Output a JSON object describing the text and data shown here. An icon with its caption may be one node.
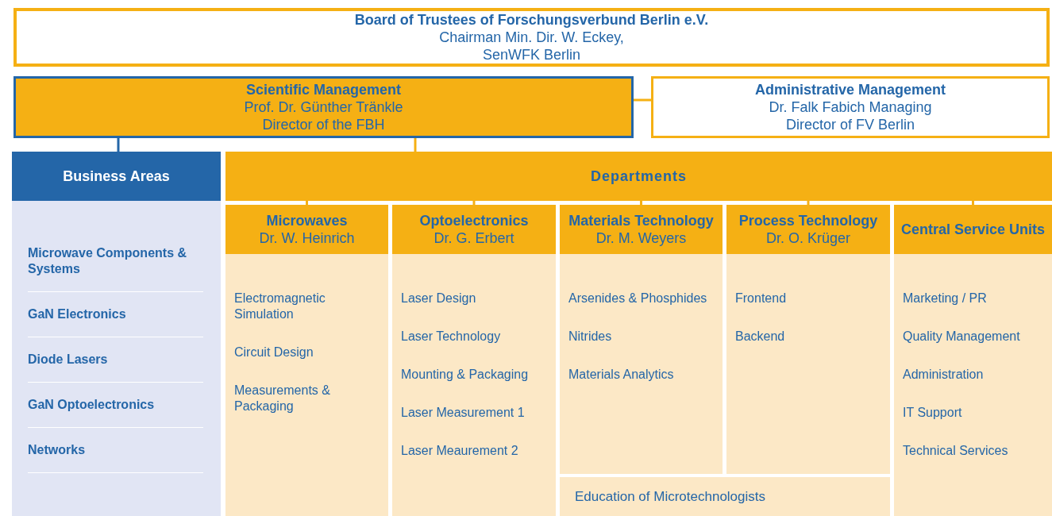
{
  "diagram": {
    "nodes": [
      {
        "text": [
          "Board of Trustees of Forschungsverbund Berlin e.V.",
          "Chairman Min. Dir. W. Eckey, SenWFK Berlin"
        ]
      },
      {
        "text": [
          "Scientific Management",
          "Prof. Dr. Günther Tränkle Director of the FBH"
        ]
      },
      {
        "text": [
          "Administrative Management",
          "Dr. Falk Fabich Managing Director of FV Berlin"
        ]
      },
      {
        "text": [
          "Business Areas"
        ]
      },
      {
        "text": [
          "Microwave Components & Systems"
        ],
        "in": 3
      },
      {
        "text": [
          "GaN Electronics"
        ],
        "in": 3
      },
      {
        "text": [
          "Diode Lasers"
        ],
        "in": 3
      },
      {
        "text": [
          "GaN Optoelectronics"
        ],
        "in": 3
      },
      {
        "text": [
          "Networks"
        ],
        "in": 3
      },
      {
        "text": [
          "Departments"
        ]
      },
      {
        "text": [
          "Microwaves",
          "Dr. W. Heinrich"
        ]
      },
      {
        "text": [
          "Electromagnetic Simulation"
        ],
        "in": 10
      },
      {
        "text": [
          "Circuit Design"
        ],
        "in": 10
      },
      {
        "text": [
          "Measurements & Packaging"
        ],
        "in": 10
      },
      {
        "text": [
          "Optoelectronics",
          "Dr. G. Erbert"
        ]
      },
      {
        "text": [
          "Laser Design"
        ],
        "in": 14
      },
      {
        "text": [
          "Laser Technology"
        ],
        "in": 14
      },
      {
        "text": [
          "Mounting & Packaging"
        ],
        "in": 14
      },
      {
        "text": [
          "Laser Measurement 1"
        ],
        "in": 14
      },
      {
        "text": [
          "Laser Meaurement 2"
        ],
        "in": 14
      },
      {
        "text": [
          "Materials Technology",
          "Dr. M. Weyers"
        ]
      },
      {
        "text": [
          "Arsenides & Phosphides"
        ],
        "in": 20
      },
      {
        "text": [
          "Nitrides"
        ],
        "in": 20
      },
      {
        "text": [
          "Materials Analytics"
        ],
        "in": 20
      },
      {
        "text": [
          "Process Technology",
          "Dr. O. Krüger"
        ]
      },
      {
        "text": [
          "Frontend"
        ],
        "in": 24
      },
      {
        "text": [
          "Backend"
        ],
        "in": 24
      },
      {
        "text": [
          "Central Service Units"
        ]
      },
      {
        "text": [
          "Marketing / PR"
        ],
        "in": 27
      },
      {
        "text": [
          "Quality Management"
        ],
        "in": 27
      },
      {
        "text": [
          "Administration"
        ],
        "in": 27
      },
      {
        "text": [
          "IT Support"
        ],
        "in": 27
      },
      {
        "text": [
          "Technical Services"
        ],
        "in": 27
      },
      {
        "text": [
          "Education of Microtechnologists"
        ]
      }
    ],
    "edges": [
      {
        "from": 1,
        "to": 2,
        "arrow": "none"
      },
      {
        "from": 1,
        "to": 3,
        "arrow": "none",
        "color": "#2466a8"
      },
      {
        "from": 1,
        "to": 9,
        "arrow": "none"
      },
      {
        "from": 9,
        "to": 10,
        "arrow": "none"
      },
      {
        "from": 9,
        "to": 14,
        "arrow": "none"
      },
      {
        "from": 9,
        "to": 20,
        "arrow": "none"
      },
      {
        "from": 9,
        "to": 24,
        "arrow": "none"
      },
      {
        "from": 9,
        "to": 27,
        "arrow": "none"
      }
    ]
  }
}
